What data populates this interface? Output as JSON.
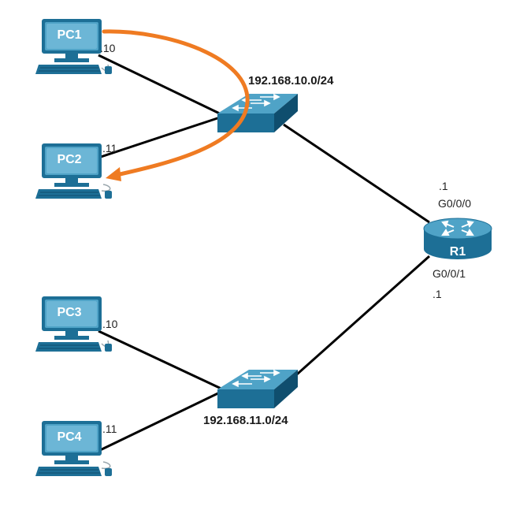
{
  "pcs": [
    {
      "name": "PC1",
      "host": ".10"
    },
    {
      "name": "PC2",
      "host": ".11"
    },
    {
      "name": "PC3",
      "host": ".10"
    },
    {
      "name": "PC4",
      "host": ".11"
    }
  ],
  "networks": {
    "top": "192.168.10.0/24",
    "bottom": "192.168.11.0/24"
  },
  "router": {
    "name": "R1",
    "g000_host": ".1",
    "g000_iface": "G0/0/0",
    "g001_iface": "G0/0/1",
    "g001_host": ".1"
  },
  "colors": {
    "device_blue": "#1d6f96",
    "device_dark": "#0f4e6e",
    "arrow_orange": "#ef7b22",
    "link": "#000000"
  },
  "icons": {
    "pc": "pc-icon",
    "switch": "switch-icon",
    "router": "router-icon",
    "flow": "curved-arrow-icon"
  }
}
